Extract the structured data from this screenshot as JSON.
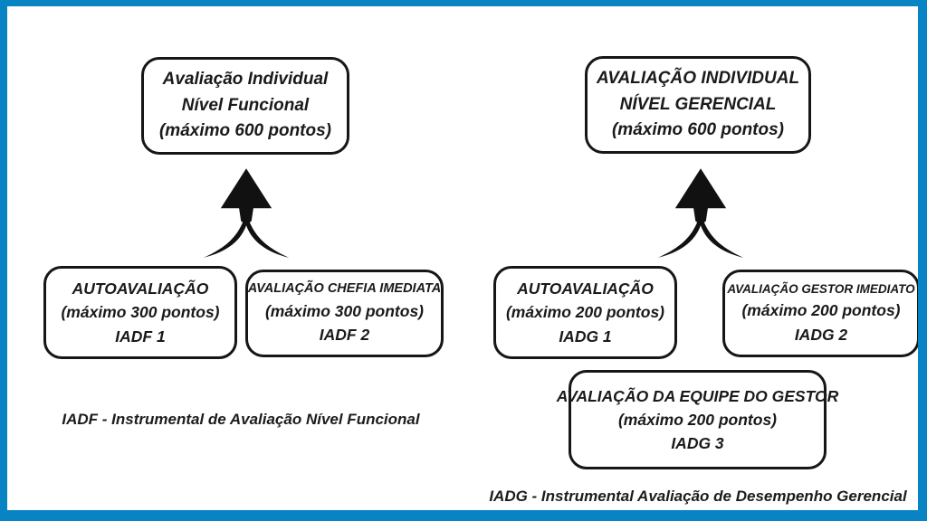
{
  "frame": {
    "border_color": "#0884c4",
    "background": "#ffffff"
  },
  "left": {
    "top_box": {
      "lines": [
        "Avaliação Individual",
        "Nível Funcional",
        "(máximo 600 pontos)"
      ]
    },
    "arrow": "merge-up-arrow",
    "boxes": [
      {
        "lines": [
          "AUTOAVALIAÇÃO",
          "(máximo 300 pontos)",
          "IADF 1"
        ]
      },
      {
        "lines": [
          "AVALIAÇÃO CHEFIA IMEDIATA",
          "(máximo 300 pontos)",
          "IADF 2"
        ]
      }
    ],
    "caption": "IADF - Instrumental de Avaliação Nível Funcional"
  },
  "right": {
    "top_box": {
      "lines": [
        "AVALIAÇÃO INDIVIDUAL",
        "NÍVEL GERENCIAL",
        "(máximo 600 pontos)"
      ]
    },
    "arrow": "merge-up-arrow",
    "boxes": [
      {
        "lines": [
          "AUTOAVALIAÇÃO",
          "(máximo 200 pontos)",
          "IADG 1"
        ]
      },
      {
        "lines": [
          "AVALIAÇÃO GESTOR IMEDIATO",
          "(máximo 200 pontos)",
          "IADG 2"
        ]
      },
      {
        "lines": [
          "AVALIAÇÃO DA EQUIPE DO GESTOR",
          "(máximo 200 pontos)",
          "IADG 3"
        ]
      }
    ],
    "caption": "IADG - Instrumental Avaliação de Desempenho Gerencial"
  }
}
